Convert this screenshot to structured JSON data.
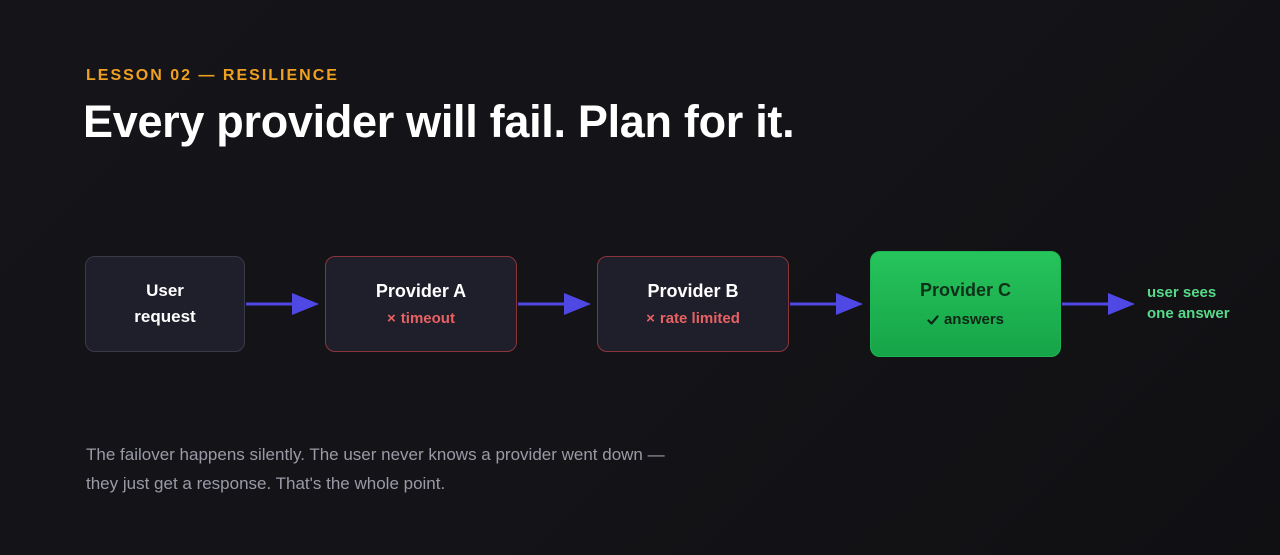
{
  "lesson": {
    "eyebrow": "LESSON 02 — RESILIENCE",
    "headline": "Every provider will fail. Plan for it."
  },
  "flow": {
    "user": {
      "line1": "User",
      "line2": "request"
    },
    "provider_a": {
      "title": "Provider A",
      "status": "timeout",
      "status_icon": "cross-icon"
    },
    "provider_b": {
      "title": "Provider B",
      "status": "rate limited",
      "status_icon": "cross-icon"
    },
    "provider_c": {
      "title": "Provider C",
      "status": "answers",
      "status_icon": "check-icon"
    },
    "outcome": {
      "line1": "user sees",
      "line2": "one answer"
    }
  },
  "caption": {
    "line1": "The failover happens silently. The user never knows a provider went down —",
    "line2": "they just get a response. That's the whole point."
  },
  "colors": {
    "accent_orange": "#f0a020",
    "arrow": "#5048e5",
    "fail_red": "#e86262",
    "fail_border": "#8a3538",
    "success_green": "#22c55e",
    "outcome_green": "#58d98a"
  }
}
